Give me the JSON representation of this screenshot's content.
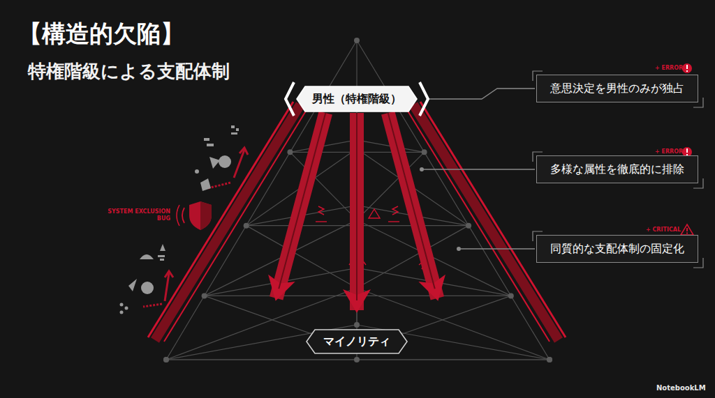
{
  "diagram": {
    "title": "【構造的欠陥】",
    "nodes": [
      {
        "text": [
          "男性（特権階級）"
        ]
      },
      {
        "text": [
          "意思決定を男性のみが独占"
        ]
      },
      {
        "text": [
          "多様な属性を徹底的に排除"
        ]
      },
      {
        "text": [
          "同質的な支配体制の固定化"
        ]
      },
      {
        "text": [
          "マイノリティ"
        ]
      }
    ],
    "edges": [
      {
        "from": 0,
        "to": 4,
        "arrow": "to"
      },
      {
        "from": 0,
        "to": 4,
        "arrow": "to"
      },
      {
        "from": 0,
        "to": 4,
        "arrow": "to"
      }
    ],
    "labels": [
      "特権階級による支配体制",
      "+ ERROR",
      "+ ERROR",
      "+ CRITICAL",
      "SYSTEM EXCLUSION BUG",
      "NotebookLM"
    ]
  }
}
